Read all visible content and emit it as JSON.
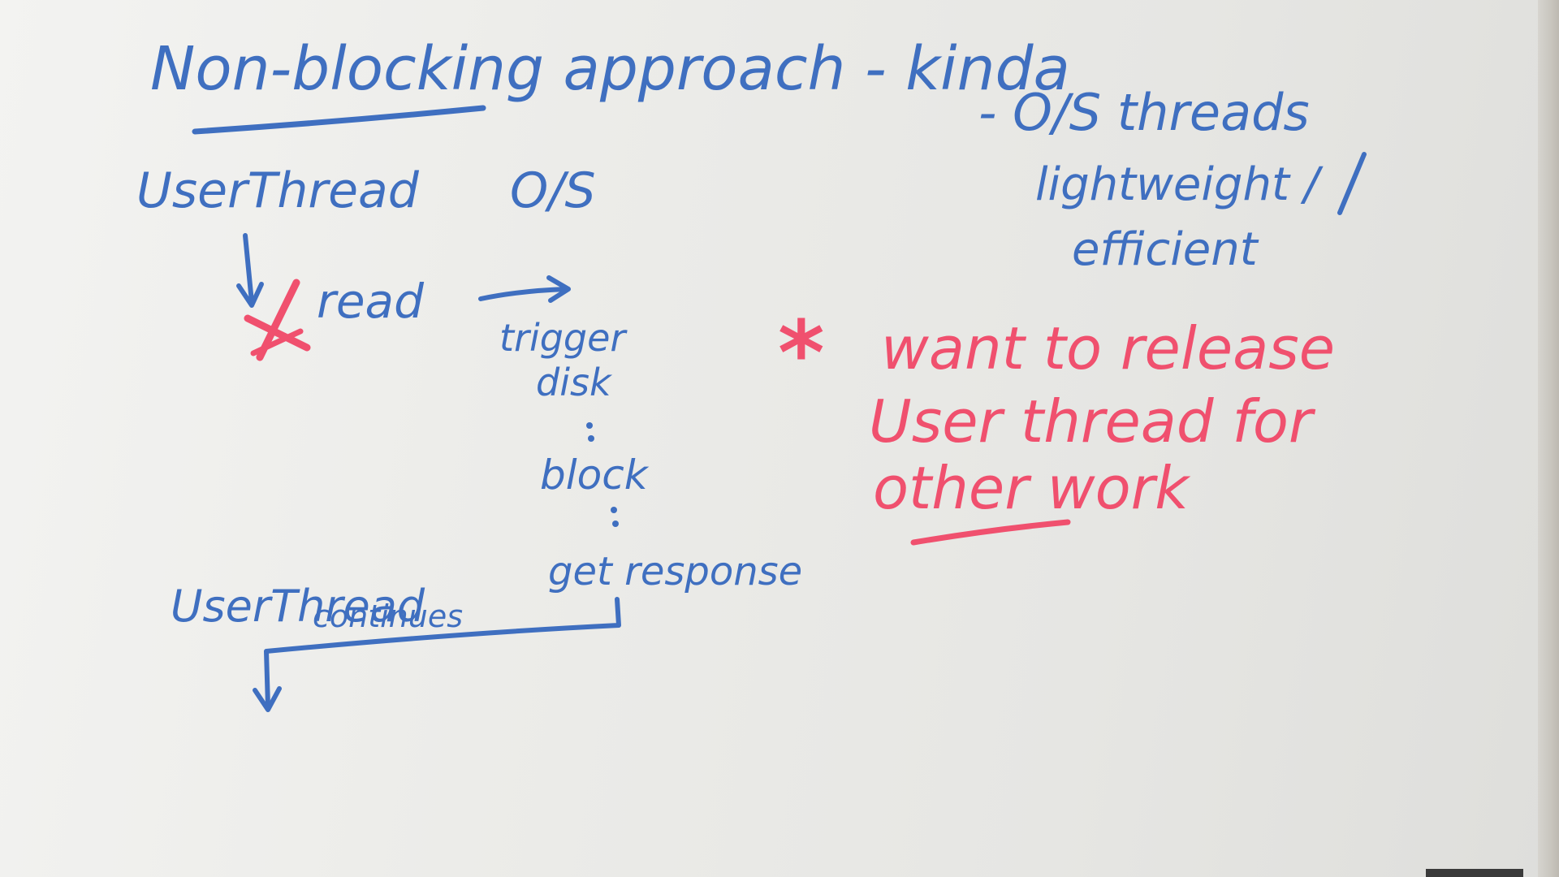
{
  "board": {
    "title": "Non-blocking approach - kinda",
    "left_diagram": {
      "user_thread_header": "UserThread",
      "os_header": "O/S",
      "read_call": "read",
      "os_steps": [
        "trigger",
        "disk",
        "block",
        "get response"
      ],
      "user_thread_continues_line1": "UserThread",
      "user_thread_continues_line2": "continues"
    },
    "right_note": {
      "line1": "- O/S threads",
      "line2": "lightweight /",
      "line3": "efficient"
    },
    "red_note": {
      "asterisk": "*",
      "line1": "want to release",
      "line2": "User thread for",
      "line3": "other work"
    },
    "colors": {
      "blue_marker": "#3f6fc0",
      "red_marker": "#f0506e",
      "board": "#ececea"
    }
  }
}
